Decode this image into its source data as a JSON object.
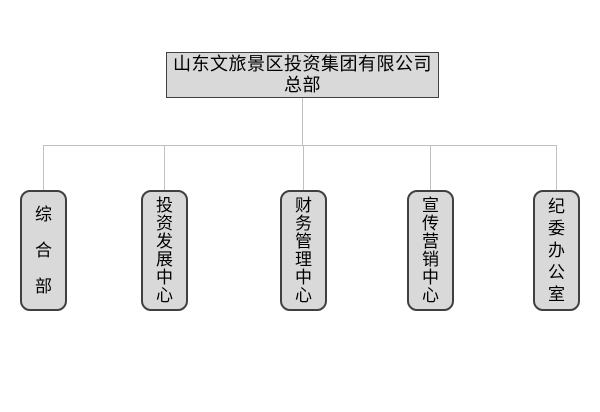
{
  "org_chart": {
    "root": {
      "title": "山东文旅景区投资集团有限公司\n总部"
    },
    "departments": [
      {
        "label": "综合部"
      },
      {
        "label": "投资发展中心"
      },
      {
        "label": "财务管理中心"
      },
      {
        "label": "宣传营销中心"
      },
      {
        "label": "纪委办公室"
      }
    ]
  },
  "colors": {
    "background": "#ffffff",
    "node_fill": "#d9d9d9",
    "node_border": "#404040",
    "connector": "#c0c0c0",
    "text": "#000000"
  }
}
